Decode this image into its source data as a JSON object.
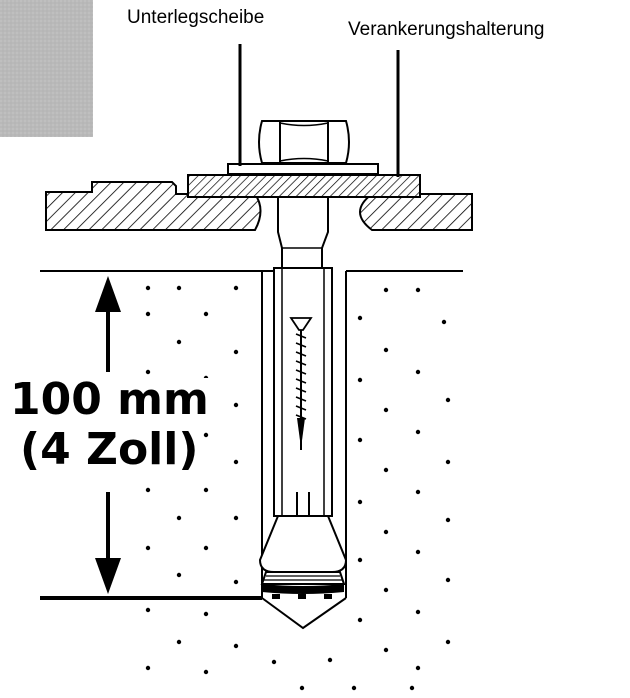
{
  "labels": {
    "washer": "Unterlegscheibe",
    "bracket": "Verankerungshalterung"
  },
  "depth": {
    "metric": "100 mm",
    "imperial": "(4 Zoll)"
  }
}
